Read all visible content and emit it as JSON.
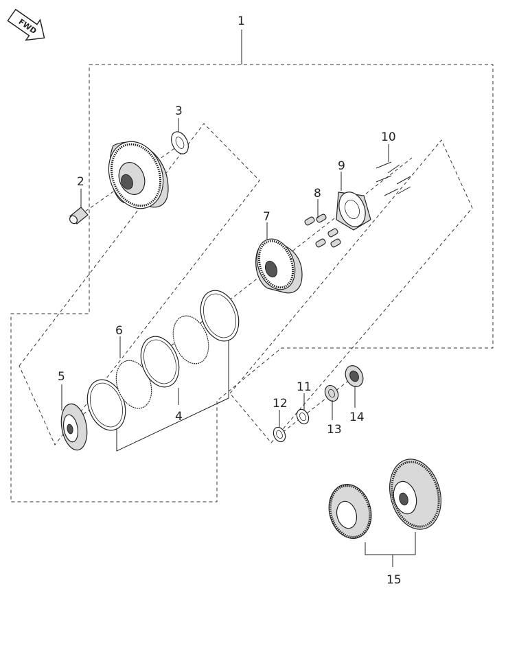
{
  "fwd_label": "FWD",
  "callouts": [
    {
      "id": "1",
      "text": "1"
    },
    {
      "id": "2",
      "text": "2"
    },
    {
      "id": "3",
      "text": "3"
    },
    {
      "id": "4",
      "text": "4"
    },
    {
      "id": "5",
      "text": "5"
    },
    {
      "id": "6",
      "text": "6"
    },
    {
      "id": "7",
      "text": "7"
    },
    {
      "id": "8",
      "text": "8"
    },
    {
      "id": "9",
      "text": "9"
    },
    {
      "id": "10",
      "text": "10"
    },
    {
      "id": "11",
      "text": "11"
    },
    {
      "id": "12",
      "text": "12"
    },
    {
      "id": "13",
      "text": "13"
    },
    {
      "id": "14",
      "text": "14"
    },
    {
      "id": "15",
      "text": "15"
    }
  ]
}
